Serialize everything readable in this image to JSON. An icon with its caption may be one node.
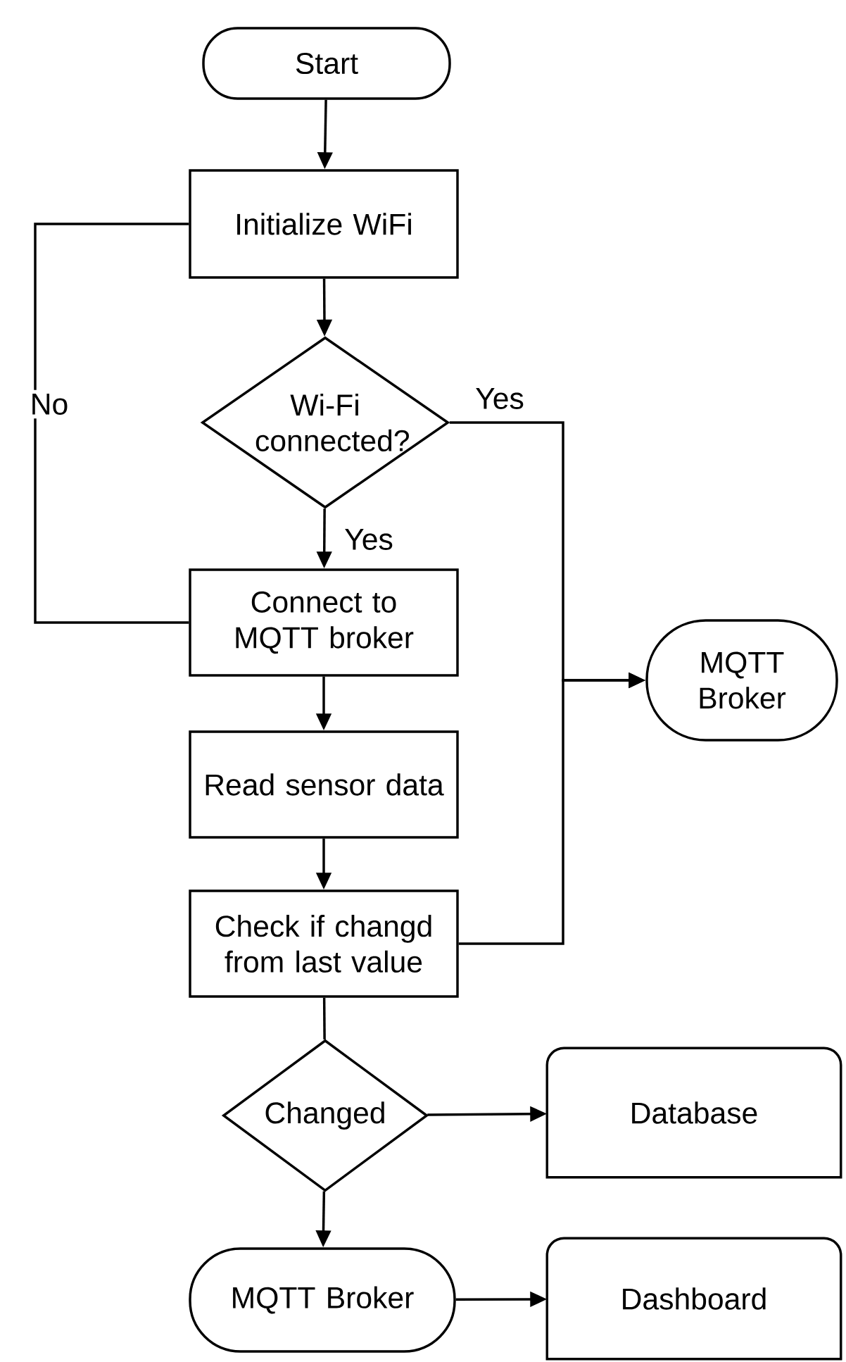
{
  "diagram": {
    "nodes": [
      {
        "text": [
          "Start"
        ]
      },
      {
        "text": [
          "Initialize WiFi"
        ]
      },
      {
        "text": [
          "Wi-Fi connected?"
        ]
      },
      {
        "text": [
          "Connect to MQTT broker"
        ]
      },
      {
        "text": [
          "Read sensor data"
        ]
      },
      {
        "text": [
          "Check if changd from last value"
        ]
      },
      {
        "text": [
          "MQTT Broker"
        ]
      },
      {
        "text": [
          "Changed"
        ]
      },
      {
        "text": [
          "Database"
        ]
      },
      {
        "text": [
          "MQTT Broker"
        ]
      },
      {
        "text": [
          "Dashboard"
        ]
      }
    ],
    "edges": [
      {
        "from": 0,
        "to": 1,
        "arrow": "to"
      },
      {
        "from": 1,
        "to": 2,
        "arrow": "to"
      },
      {
        "from": 2,
        "to": 3,
        "arrow": "to",
        "label": "Yes"
      },
      {
        "from": 1,
        "to": 3,
        "arrow": "none",
        "label": "No"
      },
      {
        "from": 2,
        "to": 6,
        "arrow": "to",
        "label": "Yes"
      },
      {
        "from": 3,
        "to": 4,
        "arrow": "to"
      },
      {
        "from": 4,
        "to": 5,
        "arrow": "to"
      },
      {
        "from": 5,
        "to": 6,
        "arrow": "to"
      },
      {
        "from": 5,
        "to": 7,
        "arrow": "none"
      },
      {
        "from": 7,
        "to": 8,
        "arrow": "to"
      },
      {
        "from": 7,
        "to": 9,
        "arrow": "to"
      },
      {
        "from": 9,
        "to": 10,
        "arrow": "to"
      }
    ]
  }
}
